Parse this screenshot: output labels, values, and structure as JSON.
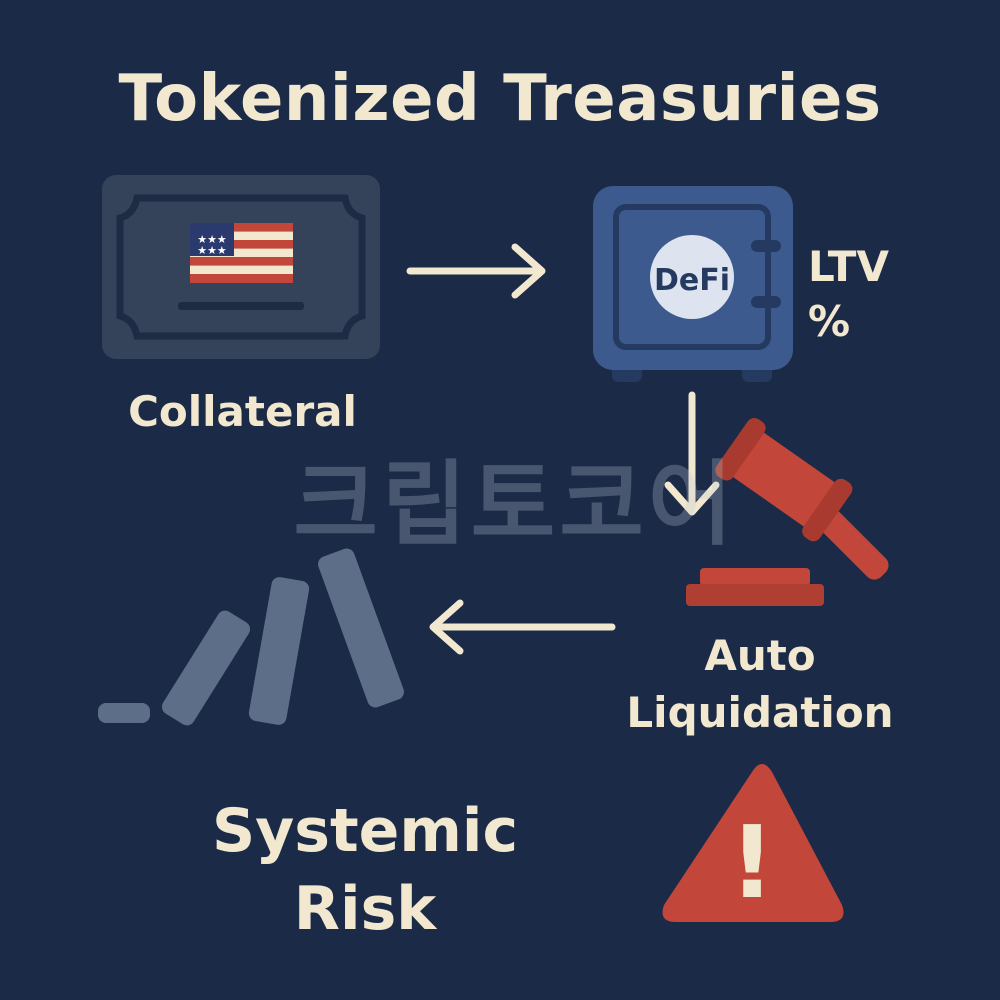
{
  "title": "Tokenized Treasuries",
  "labels": {
    "collateral": "Collateral",
    "defi": "DeFi",
    "ltv_line1": "LTV",
    "ltv_line2": "%",
    "auto": "Auto",
    "liquidation": "Liquidation",
    "systemic": "Systemic",
    "risk": "Risk",
    "warning_mark": "!"
  },
  "watermark": "크립토코어",
  "icons": {
    "collateral": "treasury-certificate-icon",
    "vault": "defi-vault-icon",
    "liquidation": "gavel-icon",
    "systemic": "falling-dominoes-icon",
    "warning": "warning-triangle-icon"
  },
  "colors": {
    "background": "#1b2a47",
    "text": "#f2e8cf",
    "vault": "#3c5a8e",
    "certificate": "#34425a",
    "alert": "#c2473a",
    "dominoes": "#5d6f88"
  }
}
